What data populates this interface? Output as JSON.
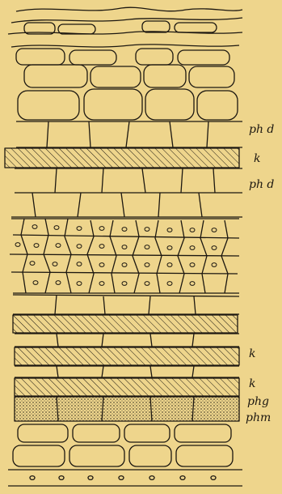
{
  "figure": {
    "background": "#eed58c",
    "ink": "#1c1710",
    "labels": [
      "ph d",
      "k",
      "ph d",
      "k",
      "k",
      "phg",
      "phm"
    ]
  }
}
